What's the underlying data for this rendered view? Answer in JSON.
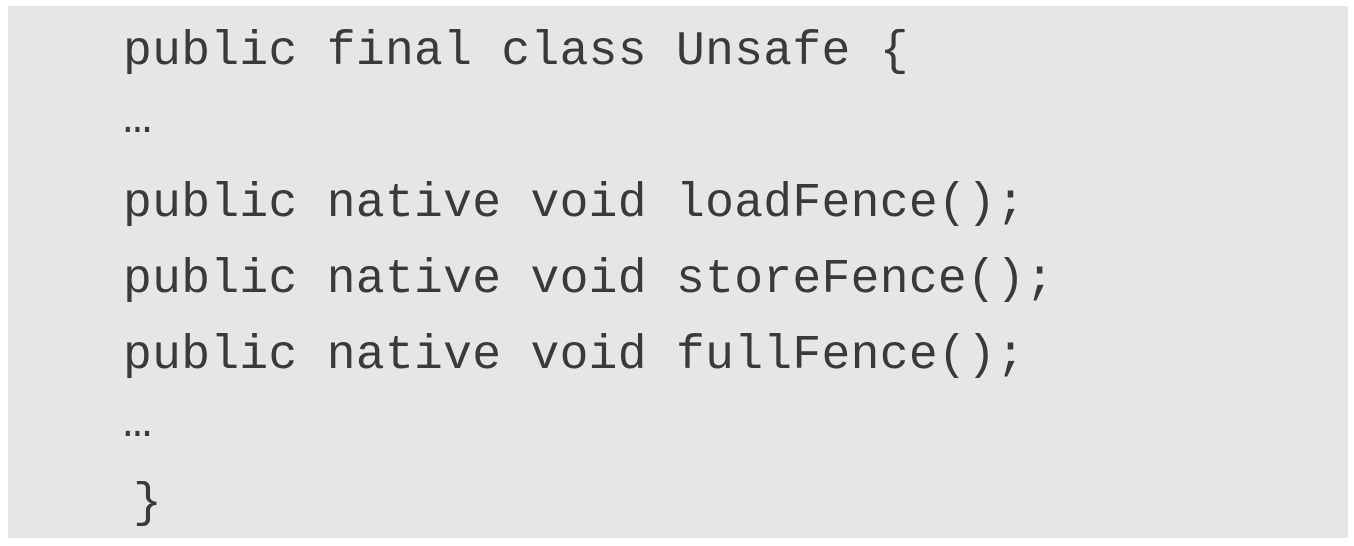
{
  "code": {
    "lines": [
      "public final class Unsafe {",
      "…",
      "public native void loadFence();",
      "public native void storeFence();",
      "public native void fullFence();",
      "…",
      "}"
    ]
  }
}
